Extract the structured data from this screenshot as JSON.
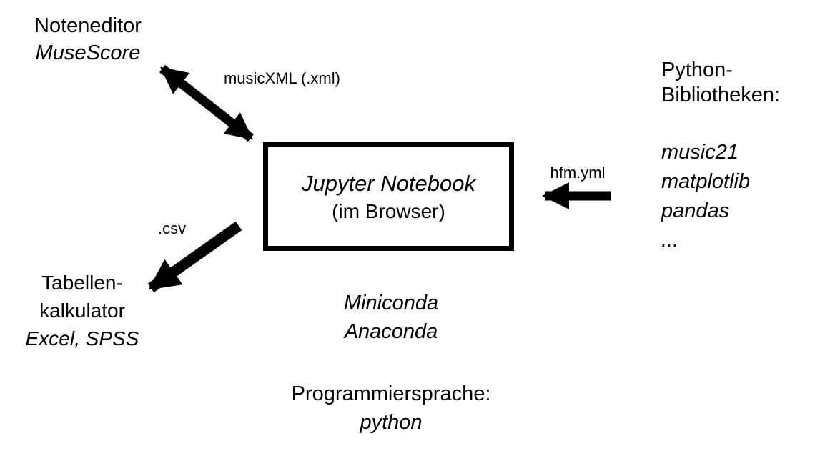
{
  "colors": {
    "ink": "#000000",
    "background": "#ffffff"
  },
  "nodes": {
    "noteneditor": {
      "title": "Noteneditor",
      "app": "MuseScore"
    },
    "jupyter": {
      "title": "Jupyter Notebook",
      "subtitle": "(im Browser)"
    },
    "spreadsheet": {
      "title_line1": "Tabellen-",
      "title_line2": "kalkulator",
      "apps": "Excel, SPSS"
    },
    "libraries": {
      "heading_line1": "Python-",
      "heading_line2": "Bibliotheken:",
      "items": [
        "music21",
        "matplotlib",
        "pandas",
        "..."
      ]
    },
    "conda": {
      "line1": "Miniconda",
      "line2": "Anaconda"
    },
    "language": {
      "heading": "Programmiersprache:",
      "name": "python"
    }
  },
  "edges": {
    "musicxml": {
      "label": "musicXML (.xml)",
      "direction": "bidirectional"
    },
    "hfmyml": {
      "label": "hfm.yml",
      "direction": "into-notebook"
    },
    "csv": {
      "label": ".csv",
      "direction": "to-spreadsheet"
    }
  }
}
